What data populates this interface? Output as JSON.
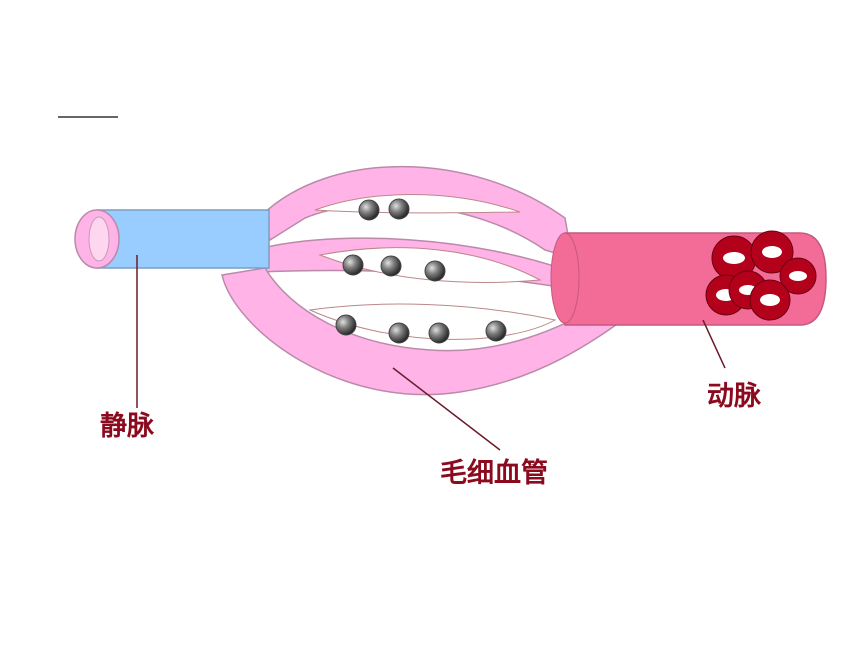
{
  "labels": {
    "vein": "静脉",
    "capillary": "毛细血管",
    "artery": "动脉"
  },
  "colors": {
    "vein": "#99ccff",
    "capillary": "#ffb3e6",
    "artery": "#f36b97",
    "red_cell": "#b3001b",
    "label_text": "#8b0a1e"
  }
}
